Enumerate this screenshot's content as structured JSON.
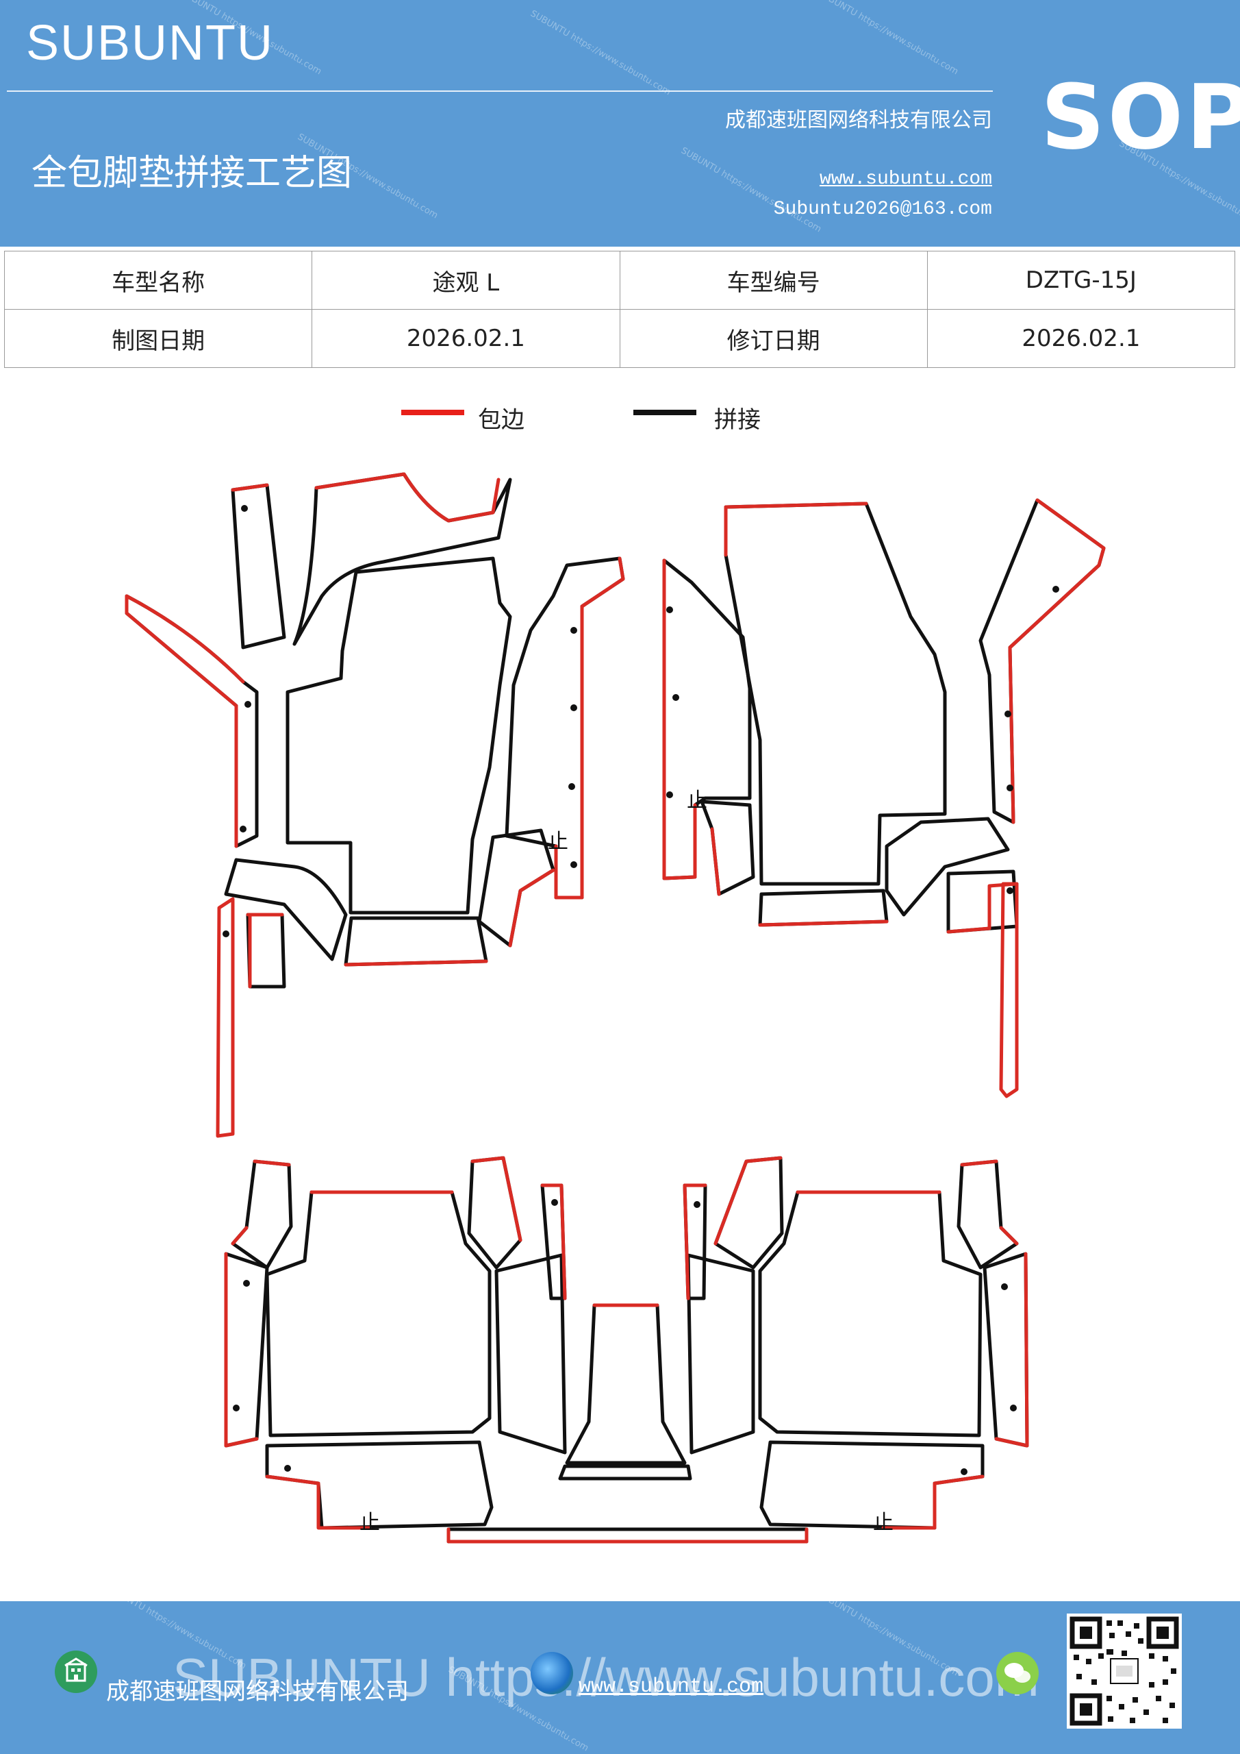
{
  "header": {
    "brand": "SUBUNTU",
    "company": "成都速班图网络科技有限公司",
    "title": "全包脚垫拼接工艺图",
    "website": "www.subuntu.com",
    "email": "Subuntu2026@163.com",
    "badge": "SOP"
  },
  "info_table": {
    "rows": [
      [
        "车型名称",
        "途观 L",
        "车型编号",
        "DZTG-15J"
      ],
      [
        "制图日期",
        "2026.02.1",
        "修订日期",
        "2026.02.1"
      ]
    ]
  },
  "legend": {
    "items": [
      {
        "label": "包边",
        "color": "#e8201a"
      },
      {
        "label": "拼接",
        "color": "#111111"
      }
    ]
  },
  "diagram": {
    "stop_mark": "止",
    "colors": {
      "edge": "#d92b24",
      "seam": "#111111"
    }
  },
  "footer": {
    "ghost_text": "SUBUNTU https://www.subuntu.com",
    "company": "成都速班图网络科技有限公司",
    "website": "www.subuntu.com"
  },
  "colors": {
    "brand_blue": "#5b9bd5"
  }
}
